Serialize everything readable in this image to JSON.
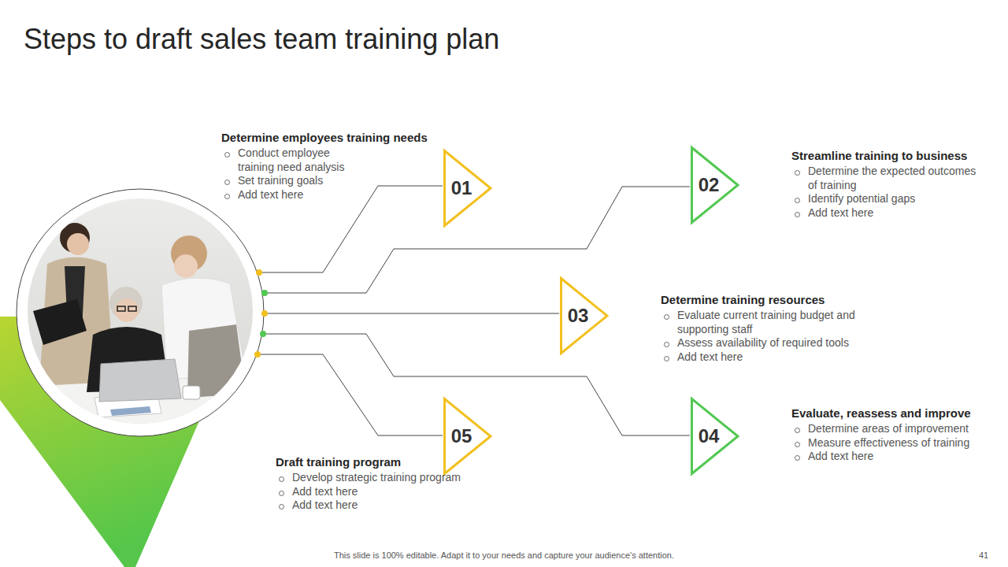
{
  "diagram": {
    "title": "Steps to draft sales team training plan",
    "caption": "This slide is 100% editable. Adapt it to your needs and capture your audience's attention.",
    "nodes": [
      {
        "text": [
          "01",
          "Determine employees training needs",
          "Conduct employee training need analysis",
          "Set training goals",
          "Add text here"
        ]
      },
      {
        "text": [
          "02",
          "Streamline training to business",
          "Determine the expected outcomes of training",
          "Identify potential gaps",
          "Add text here"
        ]
      },
      {
        "text": [
          "03",
          "Determine training resources",
          "Evaluate current training budget and supporting staff",
          "Assess availability of required tools",
          "Add text here"
        ]
      },
      {
        "text": [
          "04",
          "Evaluate, reassess and improve",
          "Determine areas of improvement",
          "Measure effectiveness of training",
          "Add text here"
        ]
      },
      {
        "text": [
          "05",
          "Draft training program",
          "Develop strategic training program",
          "Add text here",
          "Add text here"
        ]
      }
    ],
    "labels": [
      "41"
    ]
  }
}
